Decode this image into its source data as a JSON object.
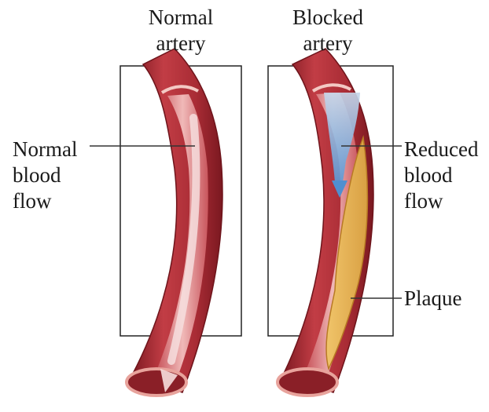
{
  "titles": {
    "normal": [
      "Normal",
      "artery"
    ],
    "blocked": [
      "Blocked",
      "artery"
    ]
  },
  "labels": {
    "normal_flow": [
      "Normal",
      "blood",
      "flow"
    ],
    "reduced_flow": [
      "Reduced",
      "blood",
      "flow"
    ],
    "plaque": [
      "Plaque"
    ]
  },
  "colors": {
    "artery_outer": "#b5323a",
    "artery_dark": "#8a1f27",
    "artery_inner": "#d9777b",
    "lumen_light": "#f2c9c8",
    "plaque": "#e6b24f",
    "plaque_edge": "#c98a2c",
    "reduced_flow": "#8ab4e0",
    "frame": "#222222"
  }
}
